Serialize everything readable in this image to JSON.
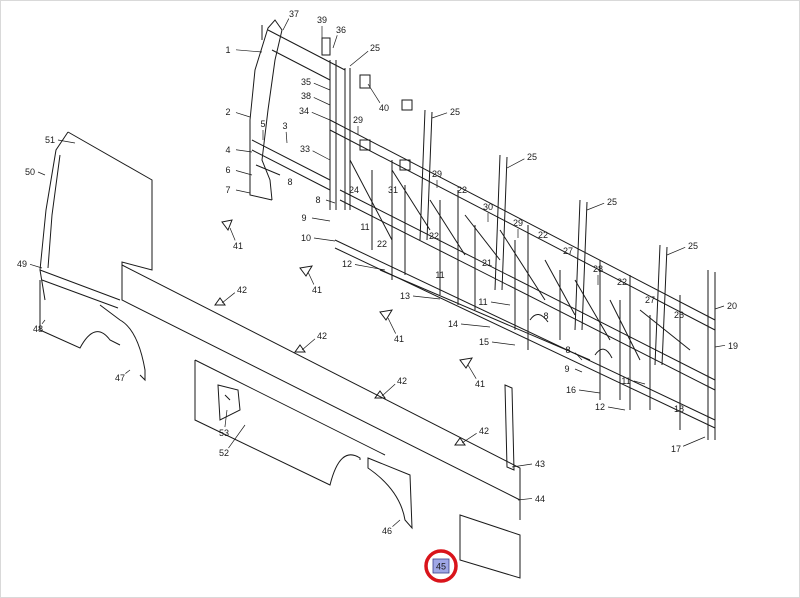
{
  "diagram": {
    "callouts": [
      {
        "label": "37"
      },
      {
        "label": "39"
      },
      {
        "label": "36"
      },
      {
        "label": "1"
      },
      {
        "label": "25"
      },
      {
        "label": "35"
      },
      {
        "label": "38"
      },
      {
        "label": "40"
      },
      {
        "label": "25"
      },
      {
        "label": "2"
      },
      {
        "label": "34"
      },
      {
        "label": "5"
      },
      {
        "label": "3"
      },
      {
        "label": "29"
      },
      {
        "label": "4"
      },
      {
        "label": "33"
      },
      {
        "label": "6"
      },
      {
        "label": "25"
      },
      {
        "label": "7"
      },
      {
        "label": "8"
      },
      {
        "label": "24"
      },
      {
        "label": "31"
      },
      {
        "label": "29"
      },
      {
        "label": "22"
      },
      {
        "label": "8"
      },
      {
        "label": "25"
      },
      {
        "label": "9"
      },
      {
        "label": "11"
      },
      {
        "label": "22"
      },
      {
        "label": "30"
      },
      {
        "label": "10"
      },
      {
        "label": "22"
      },
      {
        "label": "29"
      },
      {
        "label": "22"
      },
      {
        "label": "12"
      },
      {
        "label": "11"
      },
      {
        "label": "21"
      },
      {
        "label": "27"
      },
      {
        "label": "25"
      },
      {
        "label": "13"
      },
      {
        "label": "11"
      },
      {
        "label": "28"
      },
      {
        "label": "22"
      },
      {
        "label": "20"
      },
      {
        "label": "14"
      },
      {
        "label": "8"
      },
      {
        "label": "27"
      },
      {
        "label": "26"
      },
      {
        "label": "15"
      },
      {
        "label": "8"
      },
      {
        "label": "19"
      },
      {
        "label": "9"
      },
      {
        "label": "11"
      },
      {
        "label": "16"
      },
      {
        "label": "12"
      },
      {
        "label": "18"
      },
      {
        "label": "17"
      },
      {
        "label": "51"
      },
      {
        "label": "50"
      },
      {
        "label": "49"
      },
      {
        "label": "48"
      },
      {
        "label": "47"
      },
      {
        "label": "41"
      },
      {
        "label": "41"
      },
      {
        "label": "41"
      },
      {
        "label": "41"
      },
      {
        "label": "42"
      },
      {
        "label": "42"
      },
      {
        "label": "42"
      },
      {
        "label": "42"
      },
      {
        "label": "53"
      },
      {
        "label": "52"
      },
      {
        "label": "43"
      },
      {
        "label": "44"
      },
      {
        "label": "46"
      }
    ],
    "selected_part": {
      "label": "45"
    },
    "colors": {
      "line": "#1a1a1a",
      "selection_ring": "#d9141b",
      "selection_fill": "#9fa7e6"
    }
  }
}
